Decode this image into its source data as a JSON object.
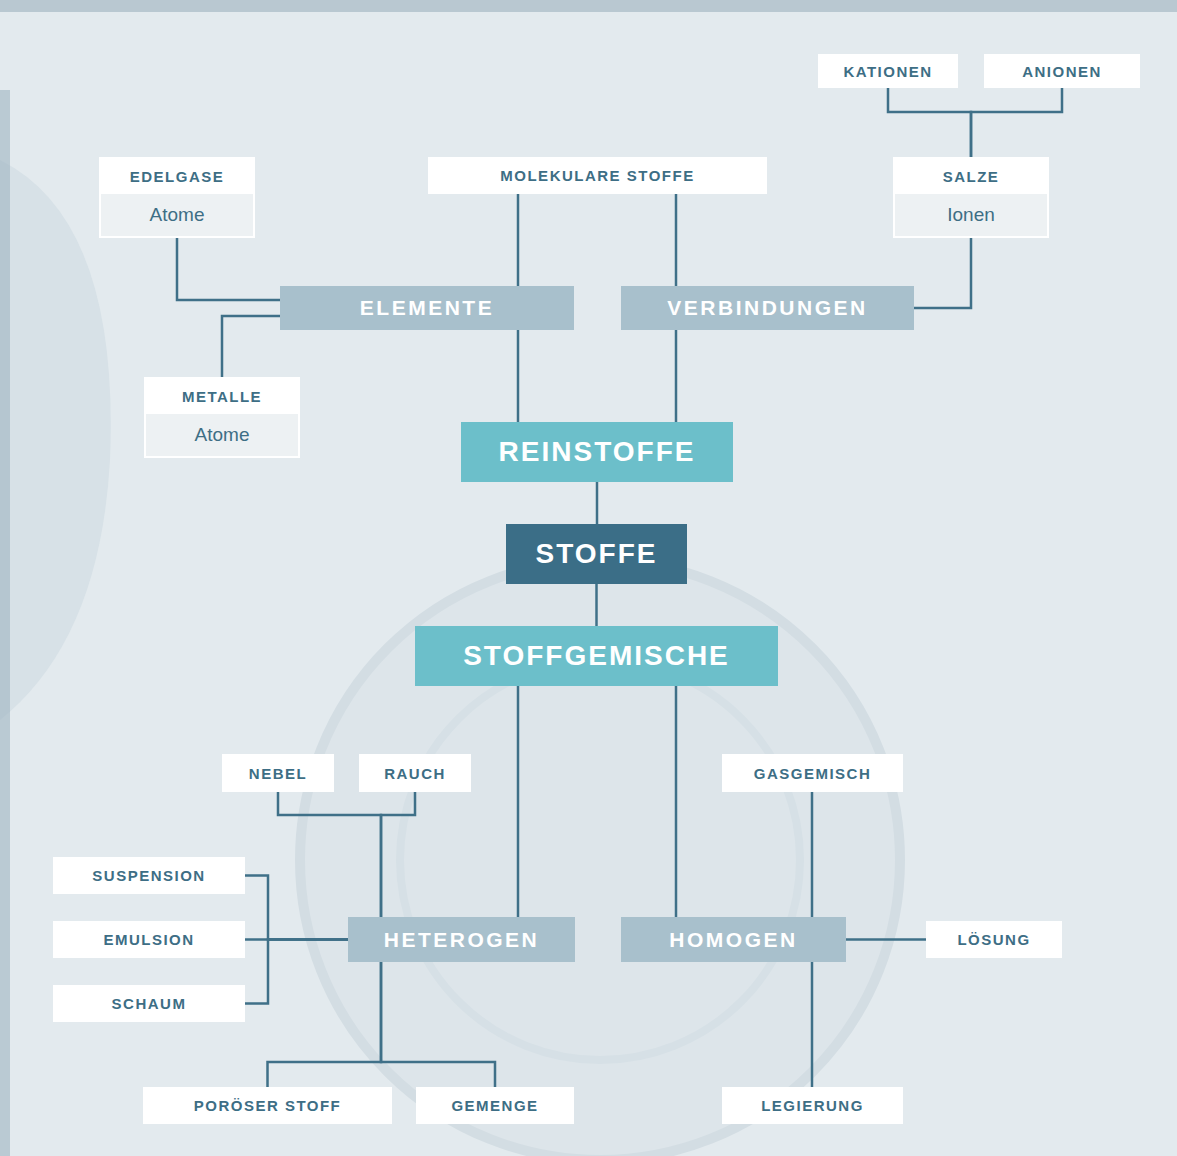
{
  "diagram": {
    "nodes": [
      {
        "text": [
          "KATIONEN"
        ]
      },
      {
        "text": [
          "ANIONEN"
        ]
      },
      {
        "text": [
          "EDELGASE",
          "Atome"
        ]
      },
      {
        "text": [
          "MOLEKULARE STOFFE"
        ]
      },
      {
        "text": [
          "SALZE",
          "Ionen"
        ]
      },
      {
        "text": [
          "ELEMENTE"
        ]
      },
      {
        "text": [
          "VERBINDUNGEN"
        ]
      },
      {
        "text": [
          "METALLE",
          "Atome"
        ]
      },
      {
        "text": [
          "REINSTOFFE"
        ]
      },
      {
        "text": [
          "STOFFE"
        ]
      },
      {
        "text": [
          "STOFFGEMISCHE"
        ]
      },
      {
        "text": [
          "NEBEL"
        ]
      },
      {
        "text": [
          "RAUCH"
        ]
      },
      {
        "text": [
          "GASGEMISCH"
        ]
      },
      {
        "text": [
          "SUSPENSION"
        ]
      },
      {
        "text": [
          "EMULSION"
        ]
      },
      {
        "text": [
          "HETEROGEN"
        ]
      },
      {
        "text": [
          "HOMOGEN"
        ]
      },
      {
        "text": [
          "LÖSUNG"
        ]
      },
      {
        "text": [
          "SCHAUM"
        ]
      },
      {
        "text": [
          "PORÖSER STOFF"
        ]
      },
      {
        "text": [
          "GEMENGE"
        ]
      },
      {
        "text": [
          "LEGIERUNG"
        ]
      }
    ],
    "edges": [
      {
        "from": 0,
        "to": 4,
        "arrow": "none"
      },
      {
        "from": 1,
        "to": 4,
        "arrow": "none"
      },
      {
        "from": 4,
        "to": 6,
        "arrow": "none"
      },
      {
        "from": 3,
        "to": 5,
        "arrow": "none"
      },
      {
        "from": 3,
        "to": 6,
        "arrow": "none"
      },
      {
        "from": 2,
        "to": 5,
        "arrow": "none"
      },
      {
        "from": 7,
        "to": 5,
        "arrow": "none"
      },
      {
        "from": 5,
        "to": 8,
        "arrow": "none"
      },
      {
        "from": 6,
        "to": 8,
        "arrow": "none"
      },
      {
        "from": 8,
        "to": 9,
        "arrow": "none"
      },
      {
        "from": 9,
        "to": 10,
        "arrow": "none"
      },
      {
        "from": 10,
        "to": 16,
        "arrow": "none"
      },
      {
        "from": 10,
        "to": 17,
        "arrow": "none"
      },
      {
        "from": 11,
        "to": 16,
        "arrow": "none"
      },
      {
        "from": 12,
        "to": 16,
        "arrow": "none"
      },
      {
        "from": 14,
        "to": 16,
        "arrow": "none"
      },
      {
        "from": 15,
        "to": 16,
        "arrow": "none"
      },
      {
        "from": 19,
        "to": 16,
        "arrow": "none"
      },
      {
        "from": 16,
        "to": 20,
        "arrow": "none"
      },
      {
        "from": 16,
        "to": 21,
        "arrow": "none"
      },
      {
        "from": 17,
        "to": 13,
        "arrow": "none"
      },
      {
        "from": 17,
        "to": 18,
        "arrow": "none"
      },
      {
        "from": 17,
        "to": 22,
        "arrow": "none"
      }
    ]
  }
}
